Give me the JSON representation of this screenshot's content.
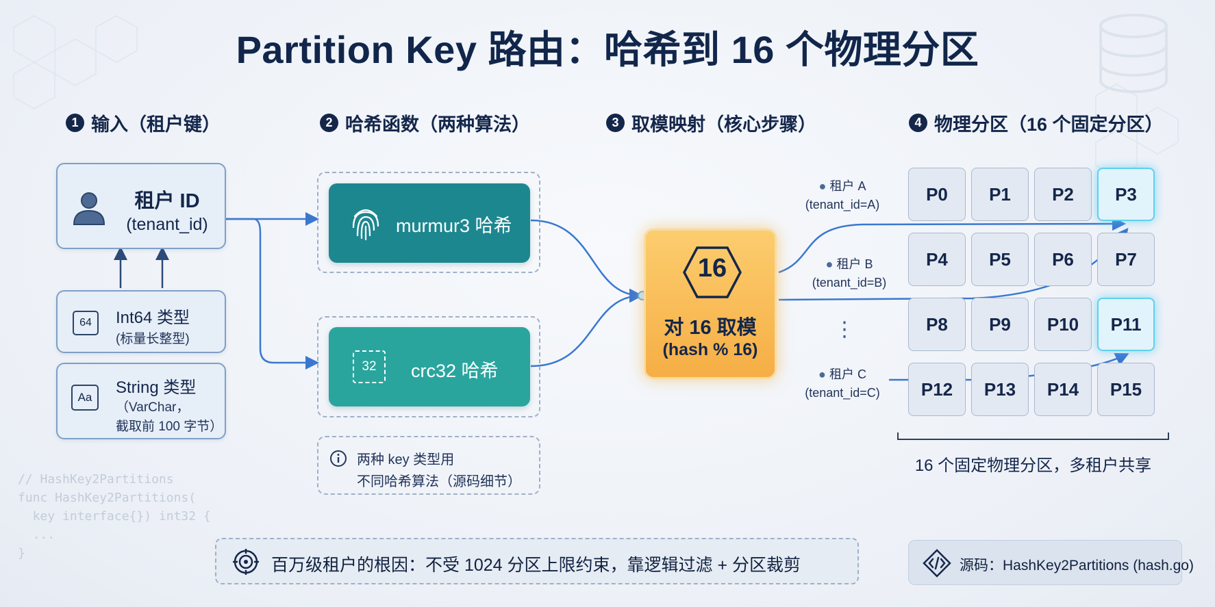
{
  "title": "Partition Key 路由：哈希到 16 个物理分区",
  "steps": [
    {
      "num": "1",
      "label": "输入（租户键）"
    },
    {
      "num": "2",
      "label": "哈希函数（两种算法）"
    },
    {
      "num": "3",
      "label": "取模映射（核心步骤）"
    },
    {
      "num": "4",
      "label": "物理分区（16 个固定分区）"
    }
  ],
  "input": {
    "title": "租户 ID",
    "subtitle": "(tenant_id)"
  },
  "int64": {
    "badge": "64",
    "title": "Int64 类型",
    "subtitle": "(标量长整型)"
  },
  "string": {
    "badge": "Aa",
    "title": "String 类型",
    "line1": "（VarChar，",
    "line2": "截取前 100 字节）"
  },
  "murmur": {
    "label": "murmur3 哈希"
  },
  "crc": {
    "badge": "32",
    "label": "crc32 哈希"
  },
  "note": {
    "line1": "两种 key 类型用",
    "line2": "不同哈希算法（源码细节）"
  },
  "modulo": {
    "badge": "16",
    "line1": "对 16 取模",
    "line2": "(hash % 16)"
  },
  "tenants": [
    {
      "name": "租户 A",
      "id": "(tenant_id=A)"
    },
    {
      "name": "租户 B",
      "id": "(tenant_id=B)"
    },
    {
      "name": "租户 C",
      "id": "(tenant_id=C)"
    }
  ],
  "ellipsis": "⋮",
  "partitions": [
    "P0",
    "P1",
    "P2",
    "P3",
    "P4",
    "P5",
    "P6",
    "P7",
    "P8",
    "P9",
    "P10",
    "P11",
    "P12",
    "P13",
    "P14",
    "P15"
  ],
  "highlighted": [
    "P3",
    "P11"
  ],
  "partition_caption": "16 个固定物理分区，多租户共享",
  "code_lines": [
    "// HashKey2Partitions",
    "func HashKey2Partitions(",
    "  key interface{}) int32 {",
    "  ...",
    "}"
  ],
  "banner": "百万级租户的根因：不受 1024 分区上限约束，靠逻辑过滤 + 分区裁剪",
  "source": "源码：HashKey2Partitions (hash.go)",
  "colors": {
    "navy": "#14264a",
    "teal_dark": "#1d8790",
    "teal_light": "#2aa59e",
    "orange": "#f7b44c",
    "arrow": "#3a78d0",
    "highlight": "#5ed0ef"
  }
}
